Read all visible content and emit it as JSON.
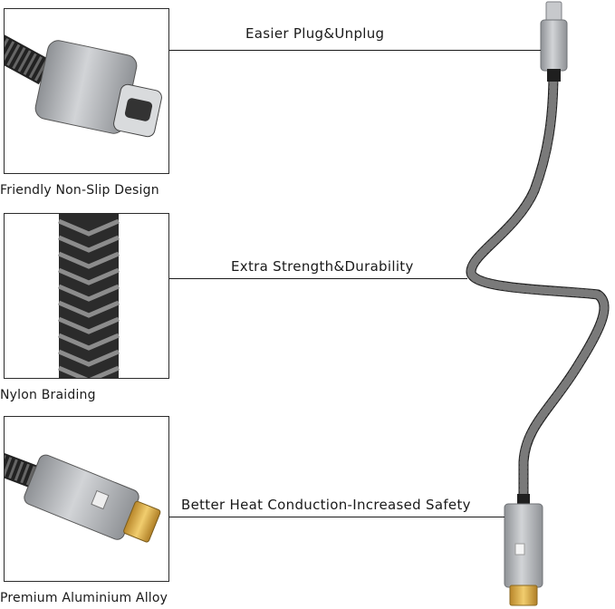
{
  "features": {
    "top_callout": "Easier Plug&Unplug",
    "middle_callout": "Extra Strength&Durability",
    "bottom_callout": "Better Heat Conduction-Increased Safety"
  },
  "panels": {
    "panel_1_caption": "Friendly Non-Slip Design",
    "panel_2_caption": "Nylon Braiding",
    "panel_3_caption": "Premium Aluminium Alloy"
  },
  "colors": {
    "aluminium": "#b9bcc0",
    "braid_dark": "#2a2a2a",
    "gold": "#d8a93a"
  }
}
